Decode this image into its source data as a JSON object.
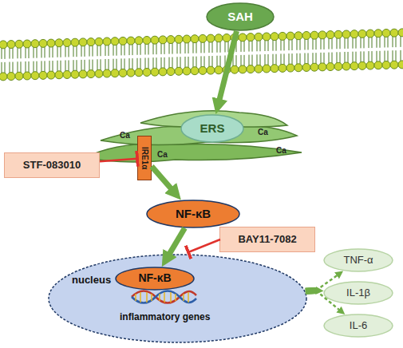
{
  "diagram": {
    "nodes": [
      {
        "text": [
          "SAH"
        ]
      },
      {
        "text": [
          "ERS"
        ]
      },
      {
        "text": [
          "IRE1α"
        ]
      },
      {
        "text": [
          "STF-083010"
        ]
      },
      {
        "text": [
          "NF-κB"
        ]
      },
      {
        "text": [
          "BAY11-7082"
        ]
      },
      {
        "text": [
          "nucleus"
        ]
      },
      {
        "text": [
          "NF-κB"
        ],
        "in": 6
      },
      {
        "text": [
          "TNF-α"
        ]
      },
      {
        "text": [
          "IL-1β"
        ]
      },
      {
        "text": [
          "IL-6"
        ]
      }
    ],
    "edges": [
      {
        "from": 0,
        "to": 1,
        "arrow": "to"
      },
      {
        "from": 3,
        "to": 2,
        "arrow": "to"
      },
      {
        "from": 2,
        "to": 4,
        "arrow": "to"
      },
      {
        "from": 4,
        "to": 7,
        "arrow": "to"
      },
      {
        "from": 6,
        "to": 8,
        "arrow": "to"
      },
      {
        "from": 6,
        "to": 9,
        "arrow": "to"
      },
      {
        "from": 6,
        "to": 10,
        "arrow": "to"
      }
    ],
    "labels": [
      "Ca",
      "Ca",
      "Ca",
      "Ca",
      "inflammatory genes"
    ]
  }
}
